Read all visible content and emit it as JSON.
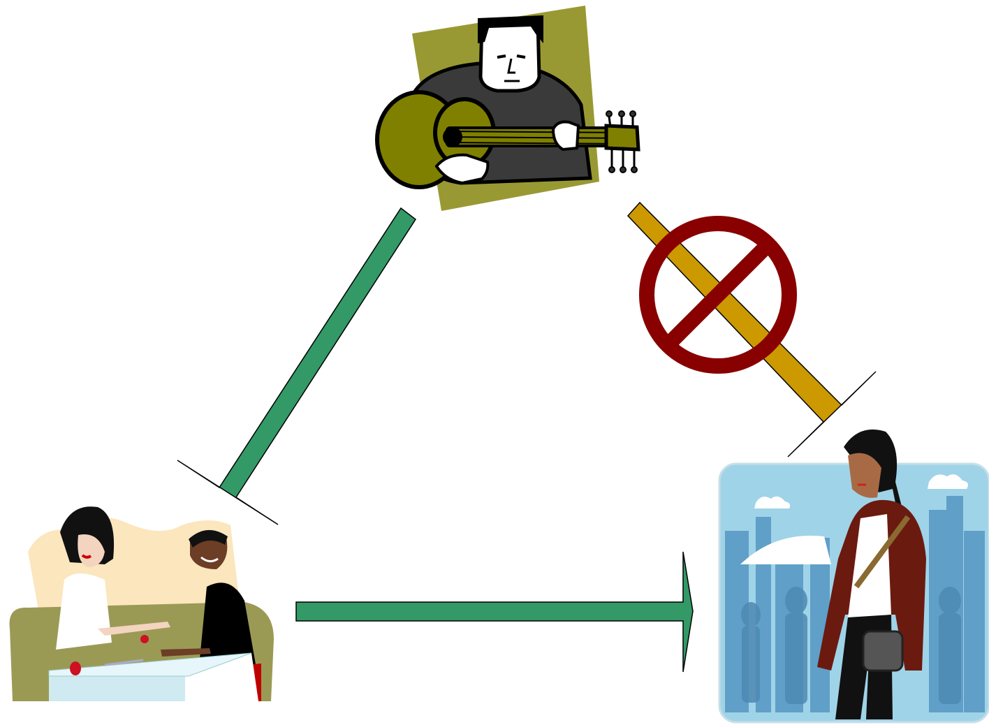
{
  "colors": {
    "background": "#ffffff",
    "arrow_green": "#339966",
    "arrow_gold": "#cc9900",
    "prohibition_red": "#880000",
    "guitar_panel": "#999933",
    "guitar_body": "#808000",
    "sweater": "#3a3a3a",
    "city_sky": "#9fd3e8",
    "city_buildings": "#5f9fc8",
    "salon_backdrop": "#fbe6bd",
    "sofa": "#9b9a55"
  },
  "figures": {
    "top": {
      "icon": "guitar-player-icon"
    },
    "bottom_left": {
      "icon": "nail-salon-friends-icon"
    },
    "bottom_right": {
      "icon": "city-walker-woman-icon"
    }
  },
  "connections": [
    {
      "from": "top",
      "to": "bottom_left",
      "icon": "arrow-icon",
      "color": "#339966",
      "blocked": false
    },
    {
      "from": "bottom_left",
      "to": "bottom_right",
      "icon": "arrow-icon",
      "color": "#339966",
      "blocked": false
    },
    {
      "from": "top",
      "to": "bottom_right",
      "icon": "arrow-icon",
      "color": "#cc9900",
      "blocked": true,
      "block_icon": "prohibition-icon"
    }
  ]
}
